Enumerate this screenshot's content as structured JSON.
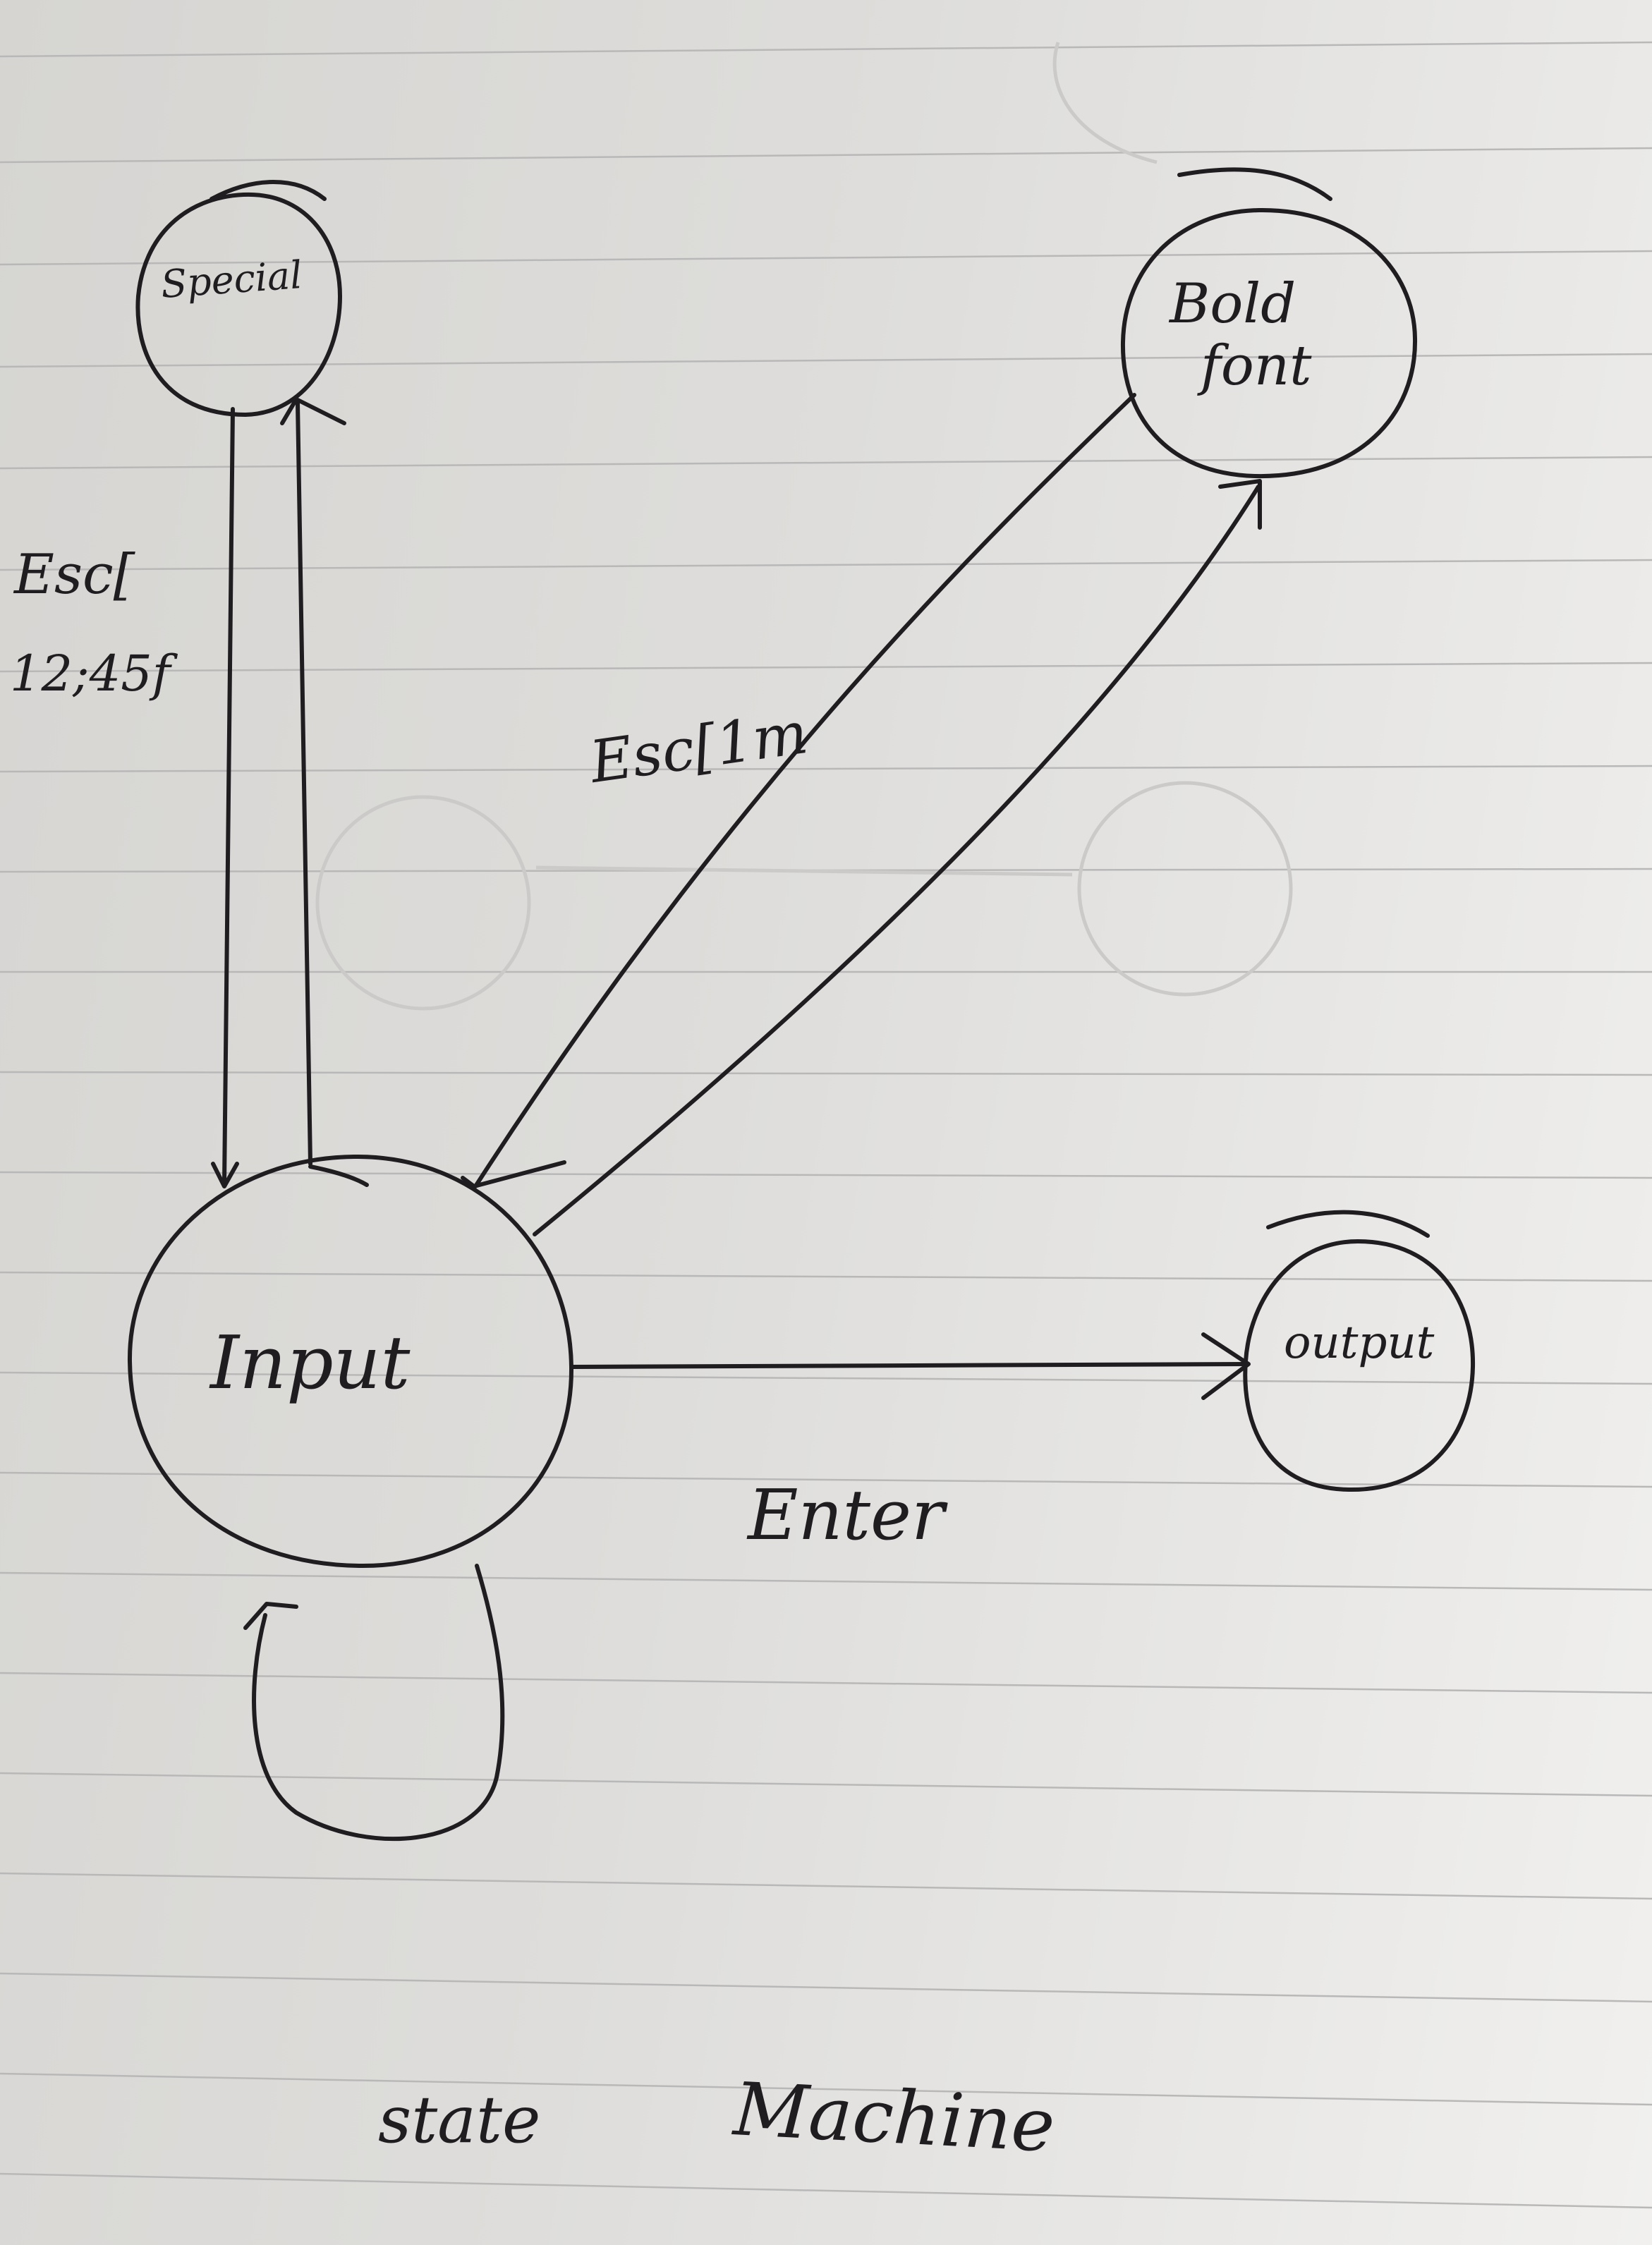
{
  "states": {
    "special": "Special",
    "bold_font_line1": "Bold",
    "bold_font_line2": "font",
    "input": "Input",
    "output": "output"
  },
  "transitions": {
    "input_to_special": [
      "Esc[",
      "12;45f"
    ],
    "input_to_bold_font": "Esc[1m",
    "input_to_output": "Enter"
  },
  "caption": {
    "word1": "state",
    "word2": "Machine"
  }
}
